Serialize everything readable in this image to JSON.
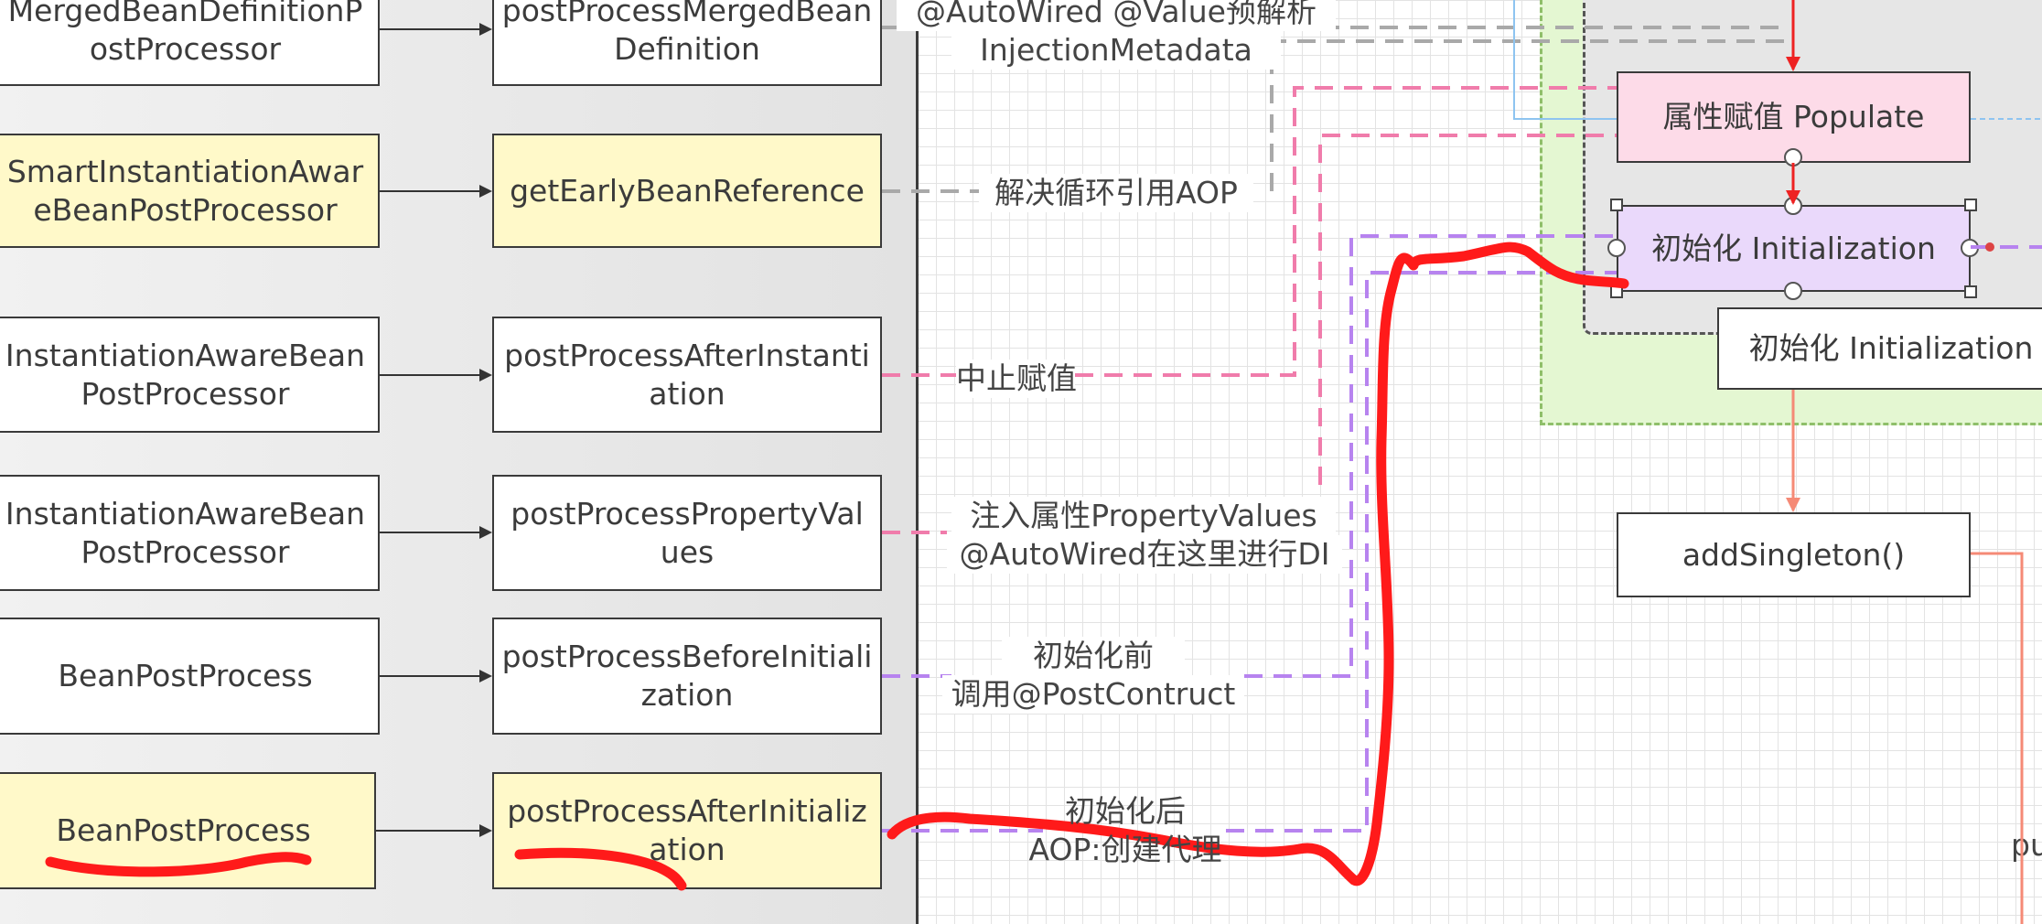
{
  "colors": {
    "yellow_box": "#fff9c9",
    "pink_box": "#fddbe8",
    "lavender_box": "#ead9fb",
    "pink_dash": "#f07cab",
    "purple_dash": "#b783ef",
    "gray_dash": "#a9a9a9",
    "red_annotation": "#ff1a1a",
    "green_zone": "#e4f7d2"
  },
  "left_rows": [
    {
      "processor": "MergedBeanDefinitionPostProcessor",
      "method": "postProcessMergedBeanDefinition",
      "highlight": false
    },
    {
      "processor": "SmartInstantiationAwareBeanPostProcessor",
      "method": "getEarlyBeanReference",
      "highlight": true
    },
    {
      "processor": "InstantiationAwareBeanPostProcessor",
      "method": "postProcessAfterInstantiation",
      "highlight": false
    },
    {
      "processor": "InstantiationAwareBeanPostProcessor",
      "method": "postProcessPropertyValues",
      "highlight": false
    },
    {
      "processor": "BeanPostProcess",
      "method": "postProcessBeforeInitialization",
      "highlight": false
    },
    {
      "processor": "BeanPostProcess",
      "method": "postProcessAfterInitialization",
      "highlight": true
    }
  ],
  "labels": {
    "merged_line1": "@AutoWired @Value预解析",
    "merged_line2": "InjectionMetadata",
    "early_ref": "解决循环引用AOP",
    "after_inst": "中止赋值",
    "prop_line1": "注入属性PropertyValues",
    "prop_line2": "@AutoWired在这里进行DI",
    "before_line1": "初始化前",
    "before_line2": "调用@PostContruct",
    "after_line1": "初始化后",
    "after_line2": "AOP:创建代理"
  },
  "right_boxes": {
    "populate": "属性赋值 Populate",
    "initialization": "初始化 Initialization",
    "initialization_tip": "初始化 Initialization",
    "add_singleton": "addSingleton()",
    "cut_text": "pu"
  }
}
